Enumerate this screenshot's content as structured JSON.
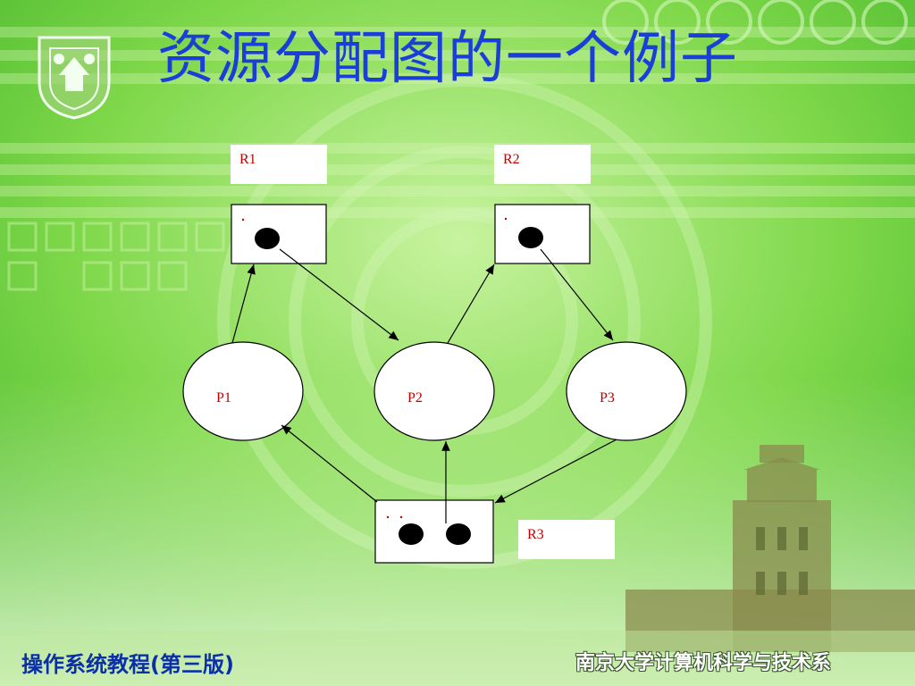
{
  "slide": {
    "title": "资源分配图的一个例子",
    "footer_left": "操作系统教程(第三版)",
    "footer_right": "南京大学计算机科学与技术系"
  },
  "diagram": {
    "resources": [
      {
        "id": "R1",
        "label": "R1",
        "instances": 1
      },
      {
        "id": "R2",
        "label": "R2",
        "instances": 1
      },
      {
        "id": "R3",
        "label": "R3",
        "instances": 2
      }
    ],
    "processes": [
      {
        "id": "P1",
        "label": "P1"
      },
      {
        "id": "P2",
        "label": "P2"
      },
      {
        "id": "P3",
        "label": "P3"
      }
    ],
    "edges": [
      {
        "from": "P1",
        "to": "R1",
        "kind": "request"
      },
      {
        "from": "R1",
        "to": "P2",
        "kind": "assignment"
      },
      {
        "from": "P2",
        "to": "R2",
        "kind": "request"
      },
      {
        "from": "R2",
        "to": "P3",
        "kind": "assignment"
      },
      {
        "from": "R3",
        "to": "P1",
        "kind": "assignment"
      },
      {
        "from": "R3",
        "to": "P2",
        "kind": "assignment"
      },
      {
        "from": "P3",
        "to": "R3",
        "kind": "request"
      }
    ]
  },
  "colors": {
    "title": "#1a3fd9",
    "label": "#c00000",
    "background": "#7fd84a"
  }
}
